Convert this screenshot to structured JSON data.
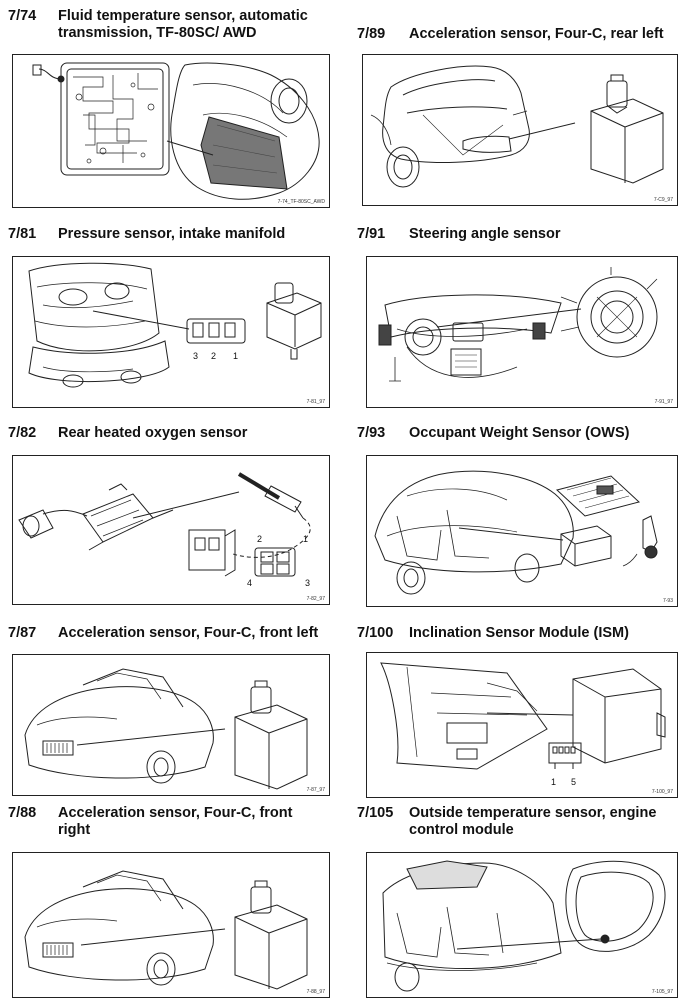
{
  "entries": [
    {
      "num": "7/74",
      "title_lines": [
        "Fluid temperature sensor, automatic",
        "transmission, TF-80SC/ AWD"
      ],
      "code": "7-74_TF-80SC_AWD"
    },
    {
      "num": "7/89",
      "title_lines": [
        "Acceleration sensor, Four-C, rear left"
      ],
      "code": "7-C9_97"
    },
    {
      "num": "7/81",
      "title_lines": [
        "Pressure sensor, intake manifold"
      ],
      "code": "7-81_97",
      "pins": [
        "3",
        "2",
        "1"
      ]
    },
    {
      "num": "7/91",
      "title_lines": [
        "Steering angle sensor"
      ],
      "code": "7-91_97"
    },
    {
      "num": "7/82",
      "title_lines": [
        "Rear heated oxygen sensor"
      ],
      "code": "7-82_97",
      "pins": [
        "2",
        "1",
        "4",
        "3"
      ]
    },
    {
      "num": "7/93",
      "title_lines": [
        "Occupant Weight Sensor (OWS)"
      ],
      "code": "7-93"
    },
    {
      "num": "7/87",
      "title_lines": [
        "Acceleration sensor, Four-C, front left"
      ],
      "code": "7-87_97"
    },
    {
      "num": "7/100",
      "title_lines": [
        "Inclination Sensor Module (ISM)"
      ],
      "code": "7-100_97",
      "pins": [
        "1",
        "5"
      ]
    },
    {
      "num": "7/88",
      "title_lines": [
        "Acceleration sensor, Four-C, front",
        "right"
      ],
      "code": "7-88_97"
    },
    {
      "num": "7/105",
      "title_lines": [
        "Outside temperature sensor, engine",
        "control module"
      ],
      "code": "7-105_97"
    }
  ]
}
